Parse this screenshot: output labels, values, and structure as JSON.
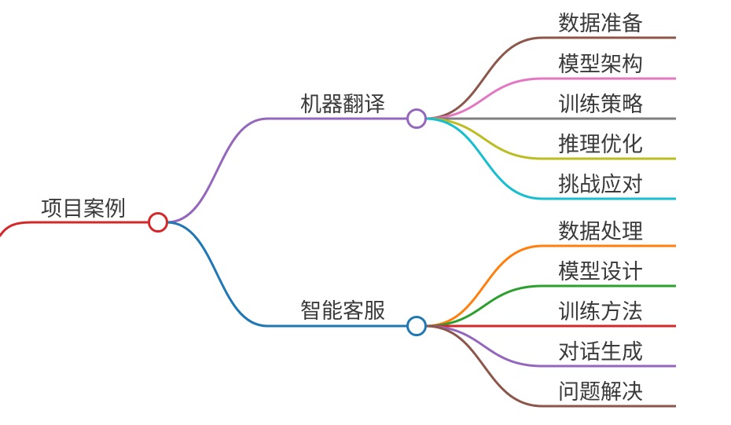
{
  "root": {
    "label": "项目案例",
    "color": "#d62728"
  },
  "branches": [
    {
      "label": "机器翻译",
      "color": "#9467bd",
      "children": [
        {
          "label": "数据准备",
          "color": "#8c564b"
        },
        {
          "label": "模型架构",
          "color": "#e377c2"
        },
        {
          "label": "训练策略",
          "color": "#7f7f7f"
        },
        {
          "label": "推理优化",
          "color": "#bcbd22"
        },
        {
          "label": "挑战应对",
          "color": "#17becf"
        }
      ]
    },
    {
      "label": "智能客服",
      "color": "#1f77b4",
      "children": [
        {
          "label": "数据处理",
          "color": "#ff7f0e"
        },
        {
          "label": "模型设计",
          "color": "#2ca02c"
        },
        {
          "label": "训练方法",
          "color": "#d62728"
        },
        {
          "label": "对话生成",
          "color": "#9467bd"
        },
        {
          "label": "问题解决",
          "color": "#8c564b"
        }
      ]
    }
  ]
}
